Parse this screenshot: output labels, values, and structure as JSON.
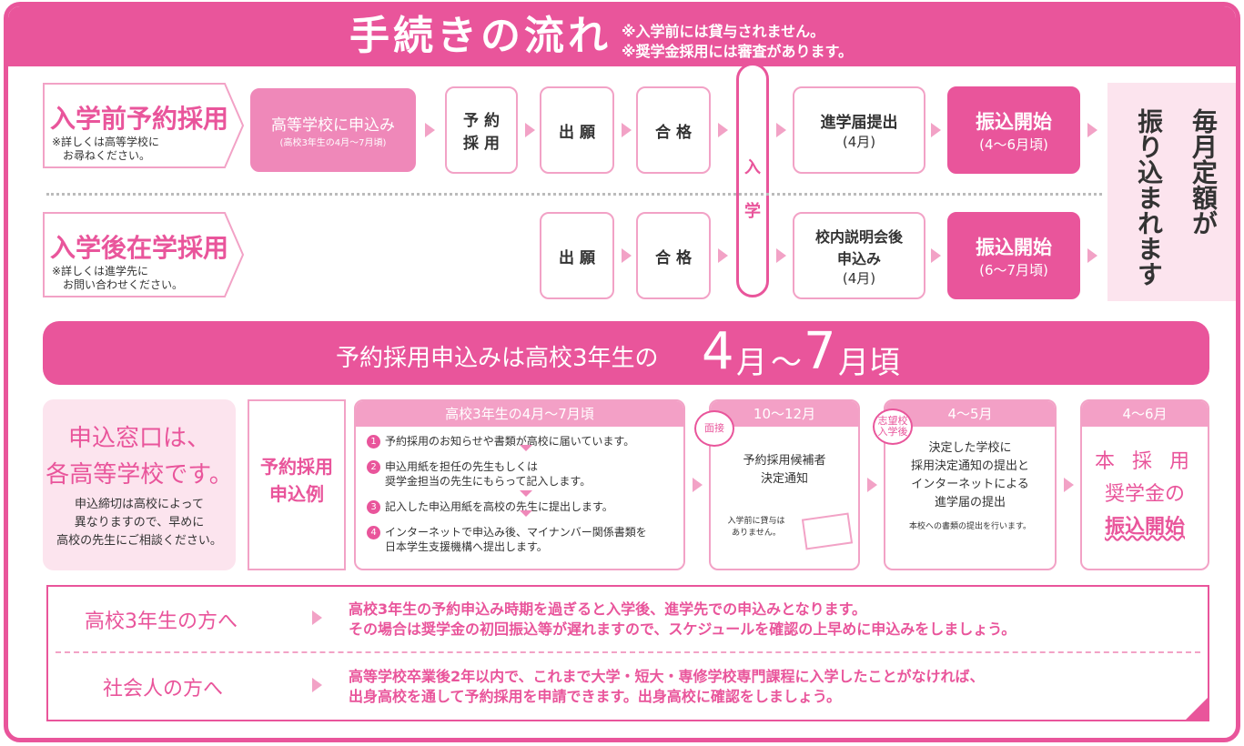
{
  "header": {
    "title": "手続きの流れ",
    "note1": "※入学前には貸与されません。",
    "note2": "※奨学金採用には審査があります。"
  },
  "flow": {
    "pre": {
      "label": "入学前予約採用",
      "sub1": "※詳しくは高等学校に",
      "sub2": "お尋ねください。",
      "apply_main": "高等学校に申込み",
      "apply_sub": "(高校3年生の4月〜7月頃)",
      "yoyaku1": "予 約",
      "yoyaku2": "採 用",
      "shutsugan": "出 願",
      "gokaku": "合 格",
      "shingaku1": "進学届提出",
      "shingaku2": "(4月)",
      "start_main": "振込開始",
      "start_sub": "(4〜6月頃)"
    },
    "enroll": {
      "c1": "入",
      "c2": "学"
    },
    "post": {
      "label": "入学後在学採用",
      "sub1": "※詳しくは進学先に",
      "sub2": "お問い合わせください。",
      "shutsugan": "出 願",
      "gokaku": "合 格",
      "setsumei1": "校内説明会後",
      "setsumei2": "申込み",
      "setsumei3": "(4月)",
      "start_main": "振込開始",
      "start_sub": "(6〜7月頃)"
    },
    "monthly": {
      "col1": "毎月定額が",
      "col2": "振り込まれます"
    }
  },
  "banner": {
    "text1": "予約採用申込みは高校3年生の",
    "n1": "4",
    "m1": "月",
    "tilde": "〜",
    "n2": "7",
    "m2": "月頃"
  },
  "window": {
    "line1": "申込窓口は、",
    "line2": "各高等学校です。",
    "sub1": "申込締切は高校によって",
    "sub2": "異なりますので、早めに",
    "sub3": "高校の先生にご相談ください。"
  },
  "example": {
    "l1": "予約採用",
    "l2": "申込例"
  },
  "card1": {
    "header": "高校3年生の4月〜7月頃",
    "steps": [
      {
        "n": "1",
        "t1": "予約採用のお知らせや書類が高校に届いています。",
        "t2": ""
      },
      {
        "n": "2",
        "t1": "申込用紙を担任の先生もしくは",
        "t2": "奨学金担当の先生にもらって記入します。"
      },
      {
        "n": "3",
        "t1": "記入した申込用紙を高校の先生に提出します。",
        "t2": ""
      },
      {
        "n": "4",
        "t1": "インターネットで申込み後、マイナンバー関係書類を",
        "t2": "日本学生支援機構へ提出します。"
      }
    ]
  },
  "card2": {
    "header": "10〜12月",
    "bubble": "面接",
    "text1": "予約採用候補者",
    "text2": "決定通知",
    "small1": "入学前に貸与は",
    "small2": "ありません。"
  },
  "card3": {
    "header": "4〜5月",
    "bubble1": "志望校",
    "bubble2": "入学後",
    "text1": "決定した学校に",
    "text2": "採用決定通知の提出と",
    "text3": "インターネットによる",
    "text4": "進学届の提出",
    "small": "本校への書類の提出を行います。"
  },
  "card4": {
    "header": "4〜6月",
    "l1": "本 採 用",
    "l2": "奨学金の",
    "l3": "振込開始"
  },
  "notice": {
    "r1_label": "高校3年生の方へ",
    "r1_t1": "高校3年生の予約申込み時期を過ぎると入学後、進学先での申込みとなります。",
    "r1_t2": "その場合は奨学金の初回振込等が遅れますので、スケジュールを確認の上早めに申込みをしましょう。",
    "r2_label": "社会人の方へ",
    "r2_t1": "高等学校卒業後2年以内で、これまで大学・短大・専修学校専門課程に入学したことがなければ、",
    "r2_t2": "出身高校を通して予約採用を申請できます。出身高校に確認をしましょう。"
  },
  "colors": {
    "accent": "#e9559b",
    "light": "#f2a2c6",
    "pale": "#fce4ee"
  }
}
